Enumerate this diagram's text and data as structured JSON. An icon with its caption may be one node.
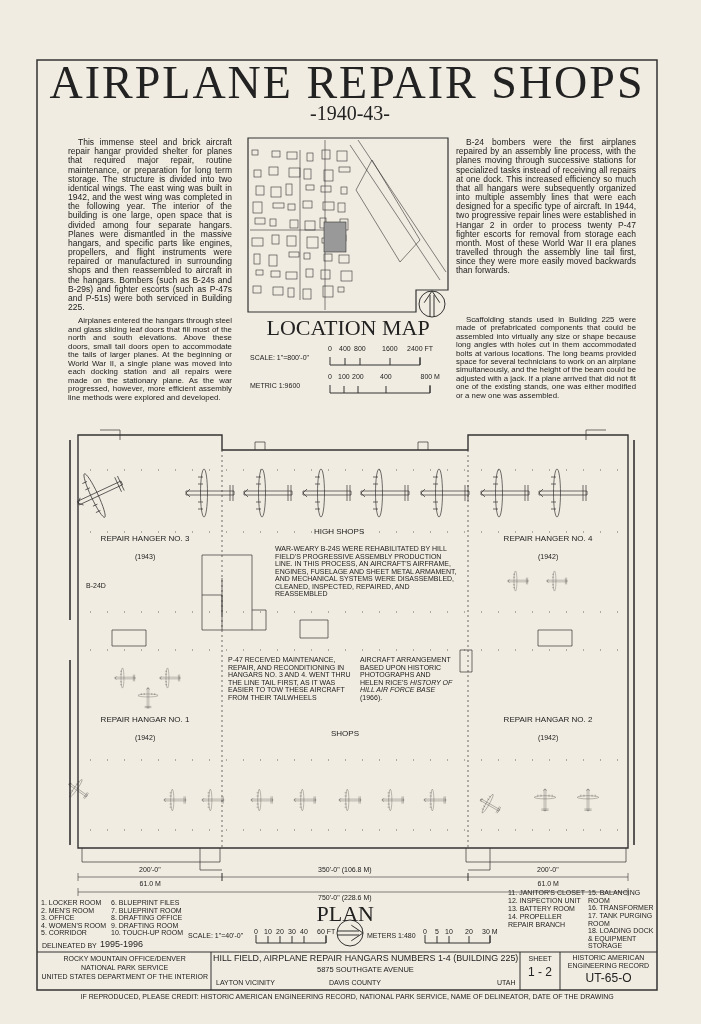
{
  "diagram": {
    "title": "AIRPLANE REPAIR SHOPS",
    "labels": [
      "-1940-43-",
      "This immense steel and brick aircraft repair hangar provided shelter for planes that required major repair, routine maintenance, or preparation for long term storage. The structure is divided into two identical wings. The east wing was built in 1942, and the west wing was completed in the following year. The interior of the building is one large, open space that is divided among four separate hangars. Planes were dismantled in the massive hangars, and specific parts like engines, propellers, and flight instruments were repaired or manufactured in surrounding shops and then reassembled to aircraft in the hangars. Bombers (such as B-24s and B-29s) and fighter escorts (such as P-47s and P-51s) were both serviced in Building 225.",
      "Airplanes entered the hangars through steel and glass sliding leaf doors that fill most of the north and south elevations. Above these doors, small tail doors open to accommodate the tails of larger planes. At the beginning or World War II, a single plane was moved into each docking station and all repairs were made on the stationary plane. As the war progressed, however, more efficient assembly line methods were explored and developed.",
      "B-24 bombers were the first airplanes repaired by an assembly line process, with the planes moving through successive stations for specialized tasks instead of receiving all repairs at one dock. This increased efficiency so much that all hangars were subsequently organized into multiple assembly lines that were each designed for a specific type of aircraft. In 1944, two progressive repair lines were established in Hangar 2 in order to process twenty P-47 fighter escorts for removal from storage each month. Most of these World War II era planes travelled through the assembly line tail first, since they were more easily moved backwards than forwards.",
      "Scaffolding stands used in Building 225 were made of prefabricated components that could be assembled into virtually any size or shape because long angles with holes cut in them accommodated bolts at various locations. The long beams provided space for several technicians to work on an airplane simultaneously, and the height of the beam could be adjusted with a jack. If a plane arrived that did not fit one of the existing stands, one was either modified or a new one was assembled.",
      "LOCATION MAP",
      "SCALE: 1\"=800'-0\"",
      "0",
      "400",
      "800",
      "1600",
      "2400 FT",
      "METRIC 1:9600",
      "0",
      "100",
      "200",
      "400",
      "800 M",
      "REPAIR HANGER NO. 3",
      "(1943)",
      "HIGH SHOPS",
      "REPAIR HANGER NO. 4",
      "(1942)",
      "B-24D",
      "WAR-WEARY B-24S WERE REHABILITATED BY HILL FIELD'S PROGRESSIVE ASSEMBLY PRODUCTION LINE. IN THIS PROCESS, AN AIRCRAFT'S AIRFRAME, ENGINES, FUSELAGE AND SHEET METAL ARMAMENT, AND MECHANICAL SYSTEMS WERE DISASSEMBLED, CLEANED, INSPECTED, REPAIRED, AND REASSEMBLED",
      "REPAIR HANGAR NO. 1",
      "(1942)",
      "SHOPS",
      "REPAIR HANGAR NO. 2",
      "(1942)",
      "P-47 RECEIVED MAINTENANCE, REPAIR, AND RECONDITIONING IN HANGARS NO. 3 AND 4. WENT THRU THE LINE TAIL FIRST, AS IT WAS EASIER TO TOW THESE AIRCRAFT FROM THEIR TAILWHEELS",
      "AIRCRAFT ARRANGEMENT BASED UPON HISTORIC PHOTOGRAPHS AND HELEN RICE'S *HISTORY OF HILL AIR FORCE BASE* (1966).",
      "200'-0\"",
      "61.0 M",
      "350'-0\" (106.8 M)",
      "200'-0\"",
      "61.0 M",
      "750'-0\" (228.6 M)",
      "PLAN",
      "SCALE: 1\"=40'-0\"",
      "0",
      "10",
      "20",
      "30",
      "40",
      "60 FT",
      "METERS 1:480",
      "0",
      "5",
      "10",
      "20",
      "30 M",
      "1. LOCKER ROOM",
      "2. MEN'S ROOM",
      "3. OFFICE",
      "4. WOMEN'S ROOM",
      "5. CORRIDOR",
      "6. BLUEPRINT FILES",
      "7. BLUEPRINT ROOM",
      "8. DRAFTING OFFICE",
      "9. DRAFTING ROOM",
      "10. TOUCH-UP ROOM",
      "11. JANITOR'S CLOSET",
      "12. INSPECTION UNIT",
      "13. BATTERY ROOM",
      "14. PROPELLER REPAIR BRANCH",
      "15. BALANCING ROOM",
      "16. TRANSFORMER",
      "17. TANK PURGING ROOM",
      "18. LOADING DOCK & EQUIPMENT STORAGE",
      "DELINEATED BY",
      "1995-1996",
      "ROCKY MOUNTAIN OFFICE/DENVER",
      "NATIONAL PARK SERVICE",
      "UNITED STATES DEPARTMENT OF THE INTERIOR",
      "HILL FIELD, AIRPLANE REPAIR HANGARS NUMBERS 1-4 (BUILDING 225)",
      "5875 SOUTHGATE AVENUE",
      "LAYTON VICINITY",
      "DAVIS COUNTY",
      "UTAH",
      "SHEET",
      "1 - 2",
      "HISTORIC AMERICAN ENGINEERING RECORD",
      "UT-65-O",
      "IF REPRODUCED, PLEASE CREDIT: HISTORIC AMERICAN ENGINEERING RECORD, NATIONAL PARK SERVICE, NAME OF DELINEATOR, DATE OF THE DRAWING"
    ]
  }
}
